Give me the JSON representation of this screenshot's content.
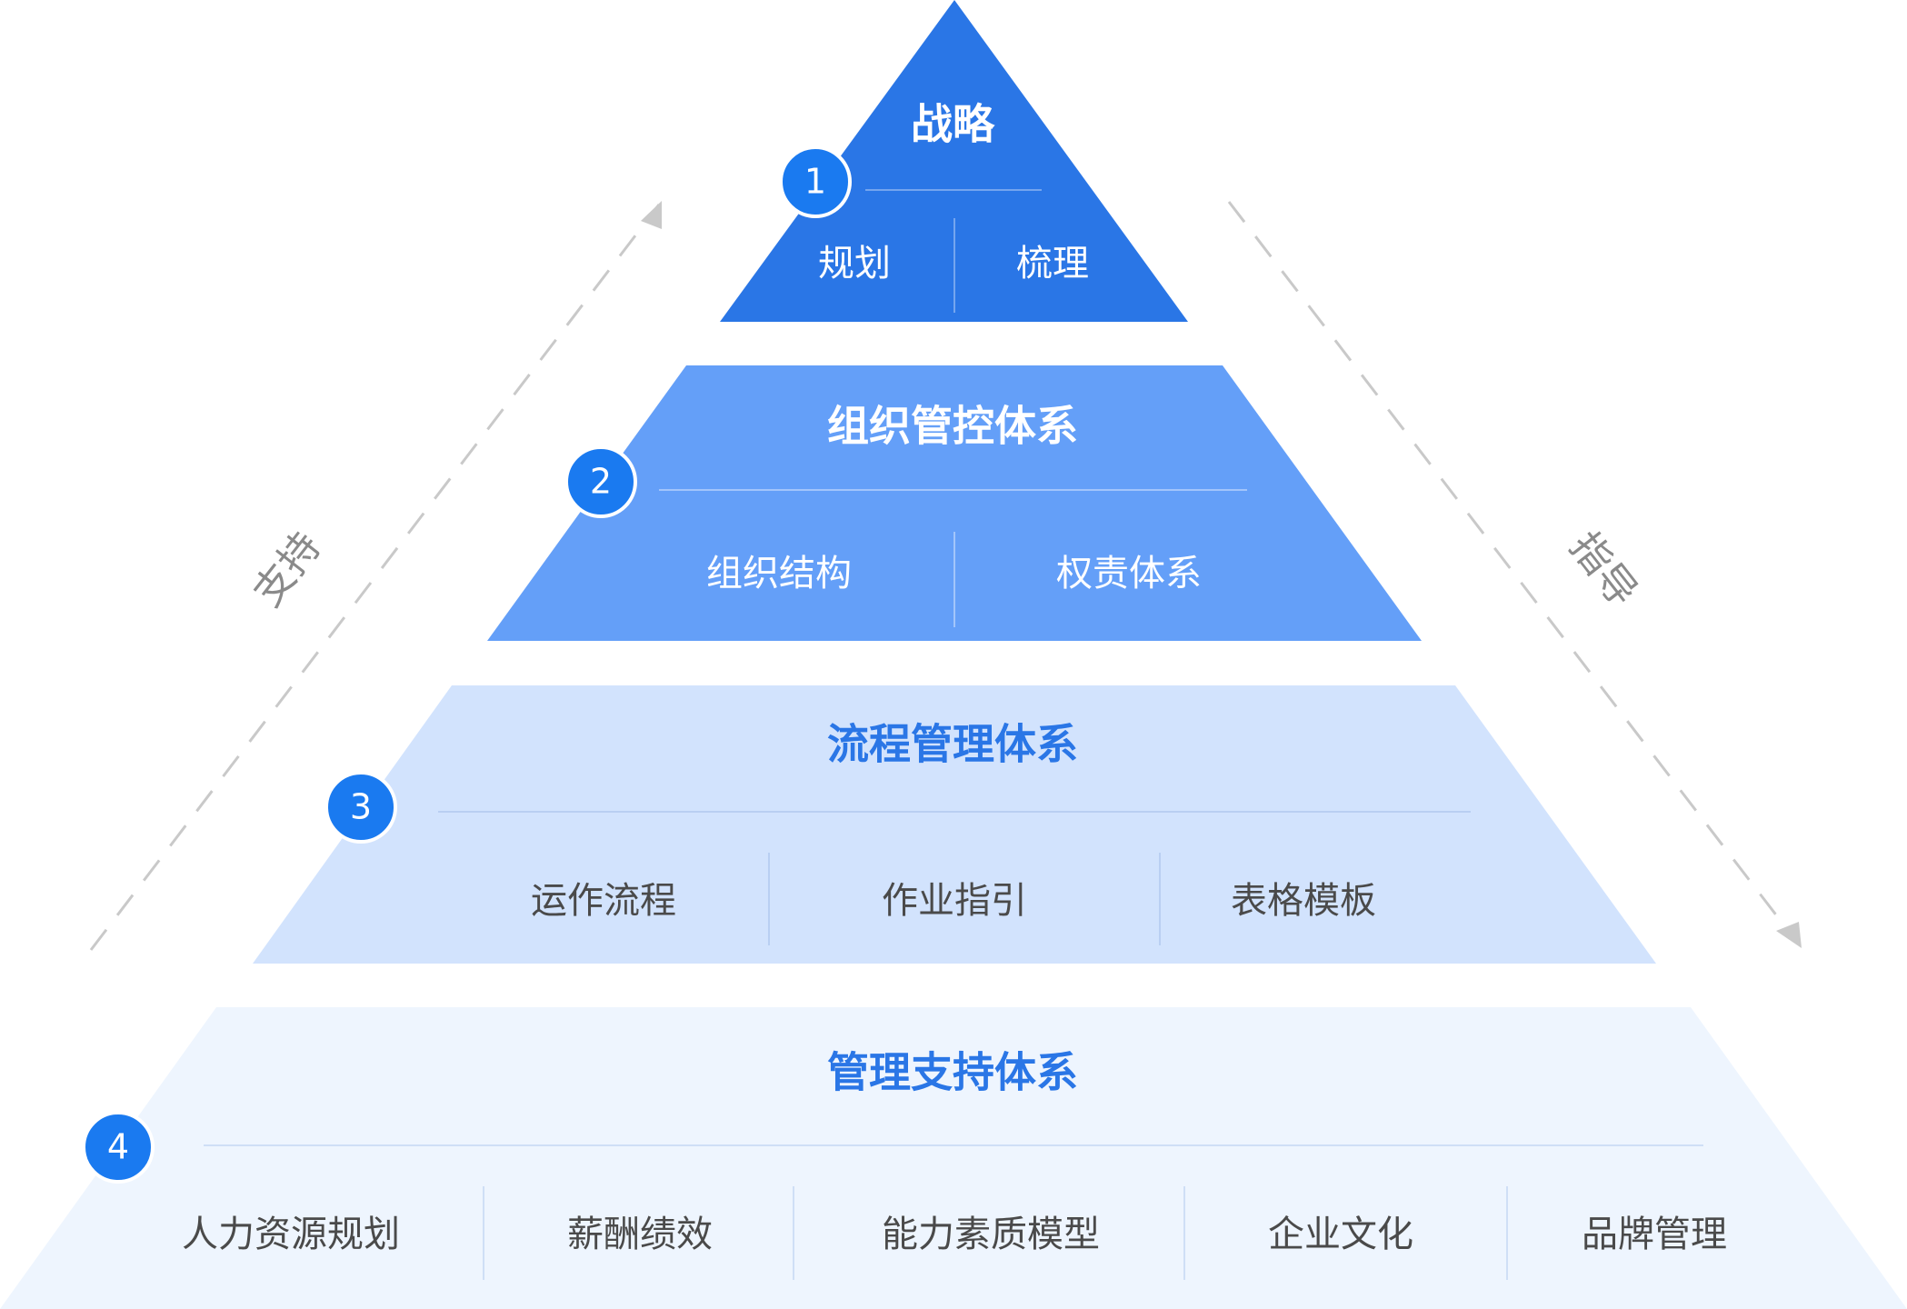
{
  "colors": {
    "tier1_fill": "#2A76E6",
    "tier2_fill": "#649FF8",
    "tier3_fill": "#D2E3FD",
    "tier4_fill": "#EEF5FE",
    "badge_fill": "#1A7AF0",
    "badge_text": "#ffffff",
    "light_text": "#ffffff",
    "accent_text": "#2A76E6",
    "body_text": "#4a4a4a",
    "arrow": "#c9c9c9"
  },
  "side_labels": {
    "left": "支持",
    "right": "指导"
  },
  "tiers": [
    {
      "badge": "1",
      "title": "战略",
      "items": [
        "规划",
        "梳理"
      ]
    },
    {
      "badge": "2",
      "title": "组织管控体系",
      "items": [
        "组织结构",
        "权责体系"
      ]
    },
    {
      "badge": "3",
      "title": "流程管理体系",
      "items": [
        "运作流程",
        "作业指引",
        "表格模板"
      ]
    },
    {
      "badge": "4",
      "title": "管理支持体系",
      "items": [
        "人力资源规划",
        "薪酬绩效",
        "能力素质模型",
        "企业文化",
        "品牌管理"
      ]
    }
  ]
}
